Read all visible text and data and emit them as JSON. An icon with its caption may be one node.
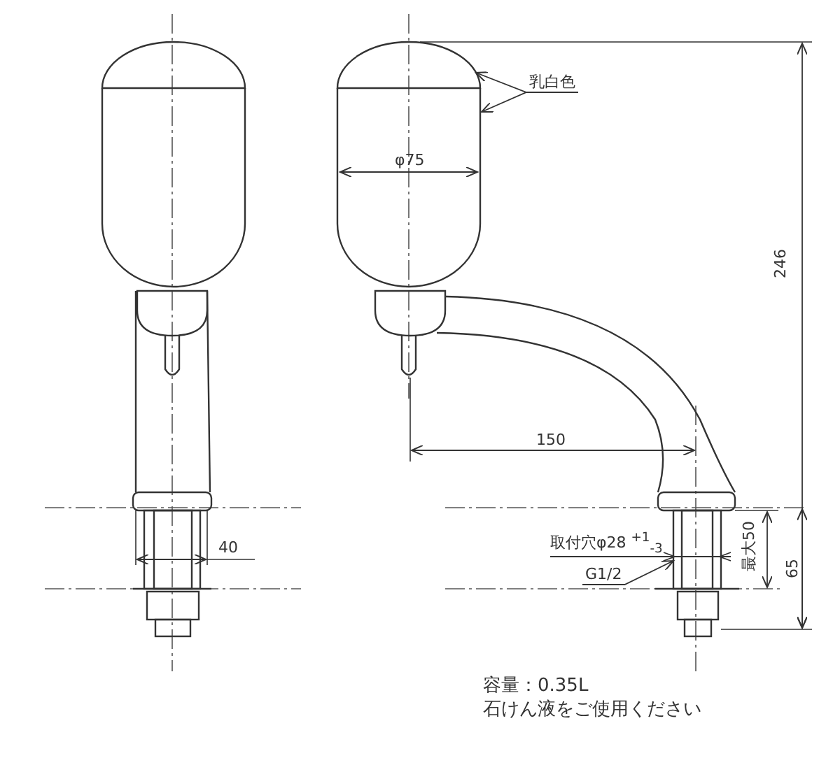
{
  "diagram": {
    "nodes": [
      {
        "text": [
          "乳白色"
        ]
      },
      {
        "text": [],
        "shape": "box"
      },
      {
        "text": [],
        "shape": "box"
      },
      {
        "text": [
          "G1/2"
        ]
      },
      {
        "text": [],
        "shape": "box"
      }
    ],
    "edges": [
      {
        "from": 0,
        "to": 1,
        "arrow": "to"
      },
      {
        "from": 0,
        "to": 2,
        "arrow": "to"
      },
      {
        "from": 3,
        "to": 4,
        "arrow": "to"
      }
    ],
    "labels": [
      "φ75",
      "246",
      "150",
      "40",
      "取付穴φ28 $^{+1}$$_{-3}$",
      "最大50",
      "65",
      "容量：0.35L",
      "石けん液をご使用ください"
    ]
  }
}
